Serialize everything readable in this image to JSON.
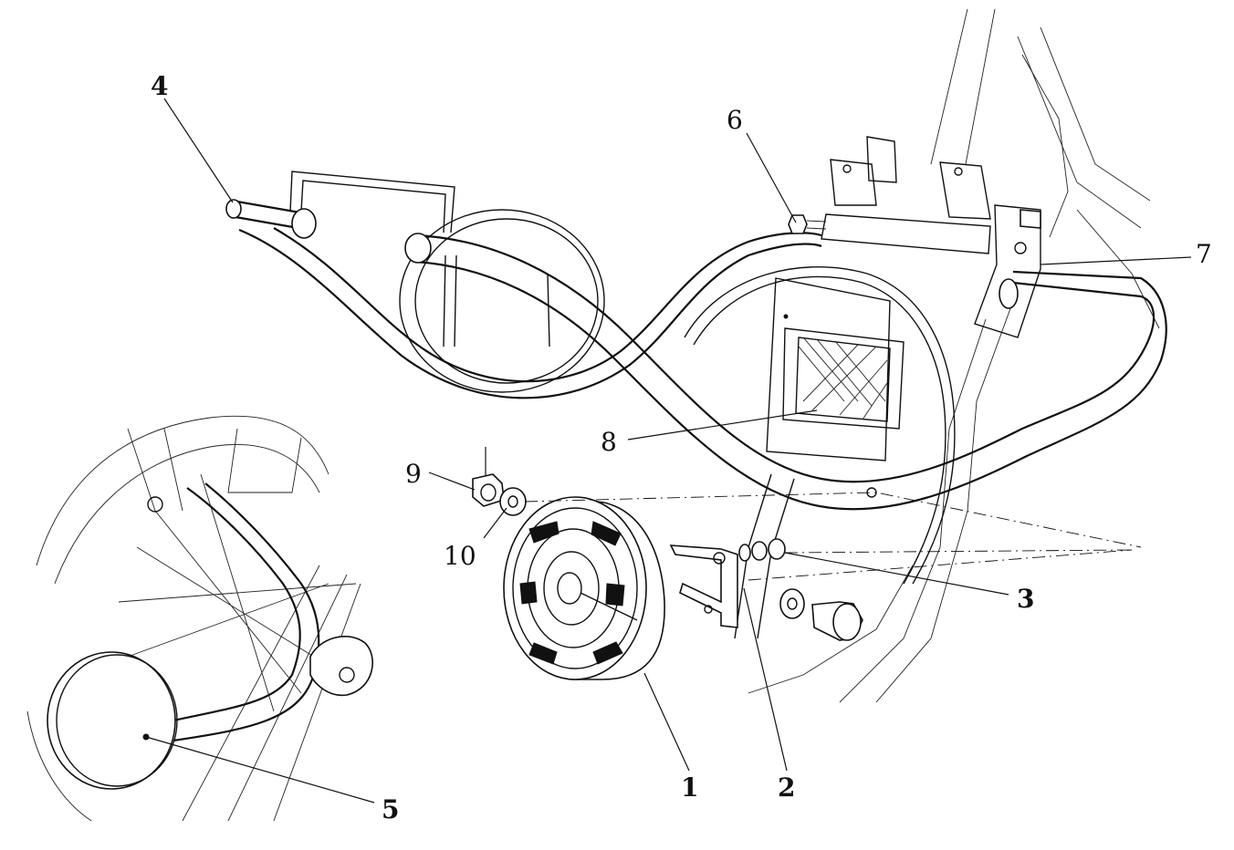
{
  "callouts": [
    {
      "id": "1",
      "label": "1"
    },
    {
      "id": "2",
      "label": "2"
    },
    {
      "id": "3",
      "label": "3"
    },
    {
      "id": "4",
      "label": "4"
    },
    {
      "id": "5",
      "label": "5"
    },
    {
      "id": "6",
      "label": "6"
    },
    {
      "id": "7",
      "label": "7"
    },
    {
      "id": "8",
      "label": "8"
    },
    {
      "id": "9",
      "label": "9"
    },
    {
      "id": "10",
      "label": "10"
    }
  ],
  "colors": {
    "ink": "#111111",
    "paper": "#ffffff"
  }
}
